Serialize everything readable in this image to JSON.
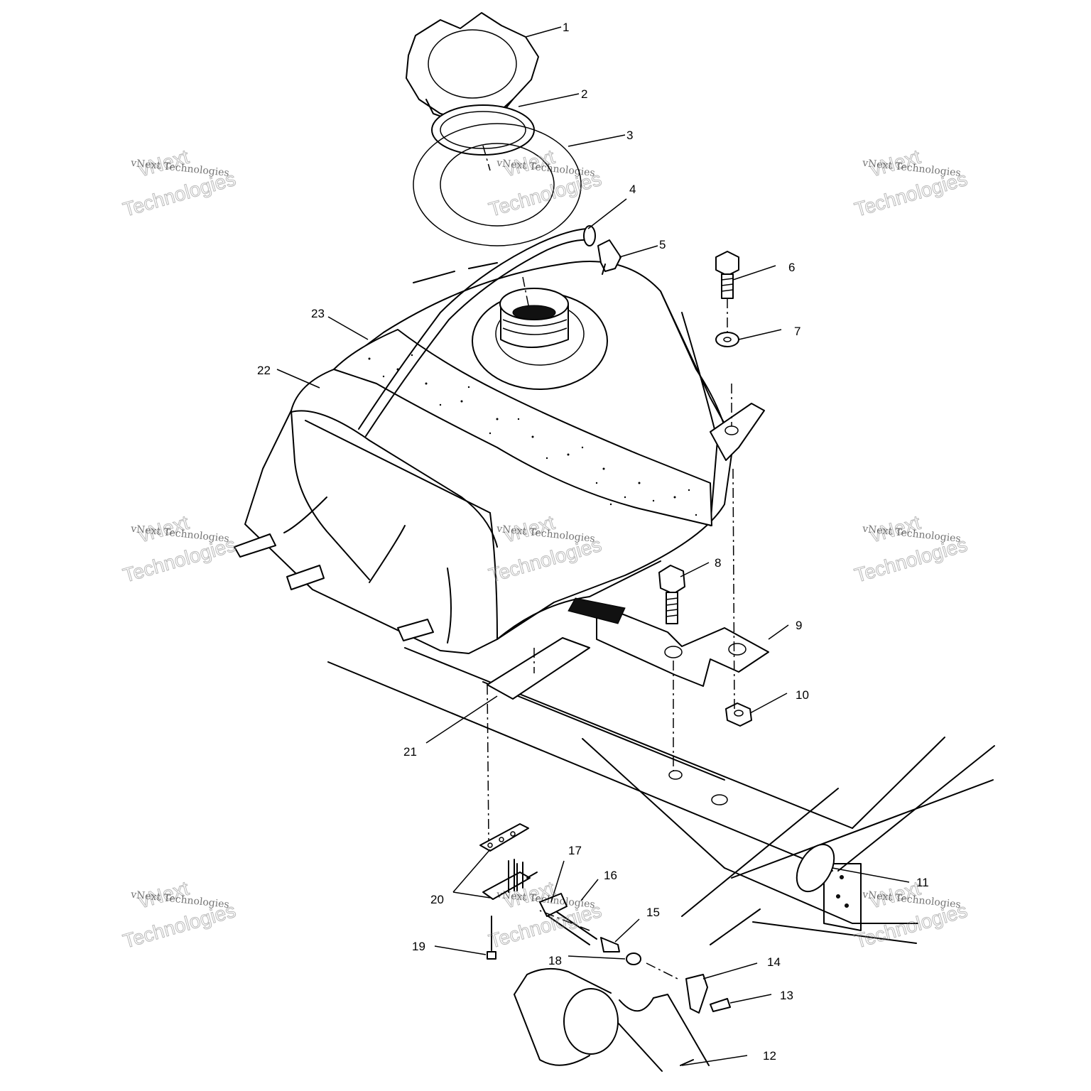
{
  "diagram": {
    "callouts": [
      "1",
      "2",
      "3",
      "4",
      "5",
      "6",
      "7",
      "8",
      "9",
      "10",
      "11",
      "12",
      "13",
      "14",
      "15",
      "16",
      "17",
      "18",
      "19",
      "20",
      "21",
      "22",
      "23"
    ]
  },
  "watermark": {
    "small_text": "vNext Technologies",
    "large_line1": "vNext",
    "large_line2": "Technologies"
  }
}
